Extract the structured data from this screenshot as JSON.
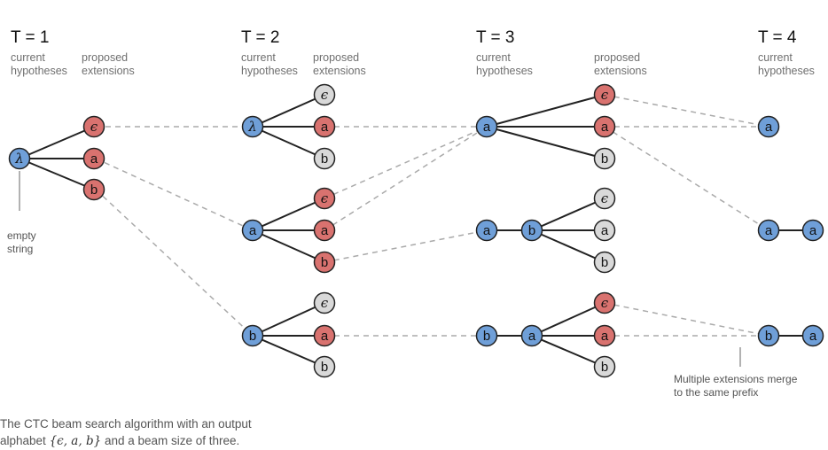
{
  "colors": {
    "hypothesis": "#6f9fd8",
    "extension": "#d9726f",
    "pruned": "#d9d9d9",
    "edge": "#222222",
    "merge_line": "#aaaaaa"
  },
  "columns": [
    {
      "title": "T = 1",
      "hyp_label": [
        "current",
        "hypotheses"
      ],
      "ext_label": [
        "proposed",
        "extensions"
      ]
    },
    {
      "title": "T = 2",
      "hyp_label": [
        "current",
        "hypotheses"
      ],
      "ext_label": [
        "proposed",
        "extensions"
      ]
    },
    {
      "title": "T = 3",
      "hyp_label": [
        "current",
        "hypotheses"
      ],
      "ext_label": [
        "proposed",
        "extensions"
      ]
    },
    {
      "title": "T = 4",
      "hyp_label": [
        "current",
        "hypotheses"
      ]
    }
  ],
  "symbols": {
    "epsilon": "ϵ",
    "lambda": "λ",
    "a": "a",
    "b": "b"
  },
  "annotations": {
    "empty_string": [
      "empty",
      "string"
    ],
    "merge_note": [
      "Multiple extensions merge",
      "to the same prefix"
    ]
  },
  "caption": {
    "line1": "The CTC beam search algorithm with an output",
    "prefix": "alphabet",
    "alphabet": "{ϵ, a, b}",
    "suffix": "and a beam size of three."
  }
}
